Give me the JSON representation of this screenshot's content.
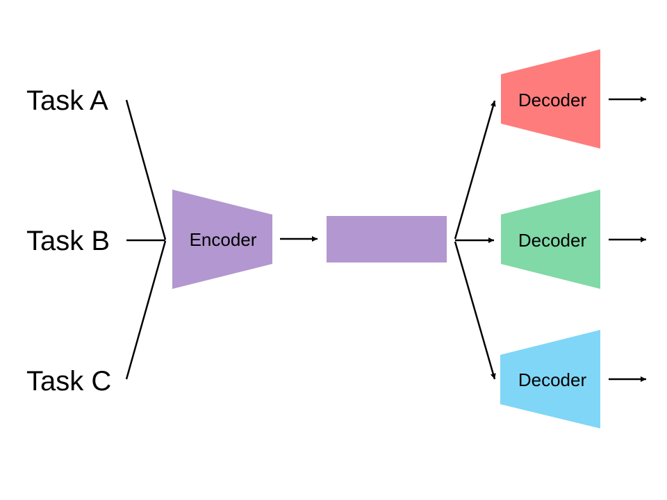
{
  "tasks": [
    "Task A",
    "Task B",
    "Task C"
  ],
  "encoder": {
    "label": "Encoder",
    "color": "#b397d0"
  },
  "latent": {
    "color": "#b397d0"
  },
  "decoders": [
    {
      "label": "Decoder",
      "color": "#ff7c7c"
    },
    {
      "label": "Decoder",
      "color": "#80d9a6"
    },
    {
      "label": "Decoder",
      "color": "#80d6f6"
    }
  ],
  "line_color": "#000000"
}
